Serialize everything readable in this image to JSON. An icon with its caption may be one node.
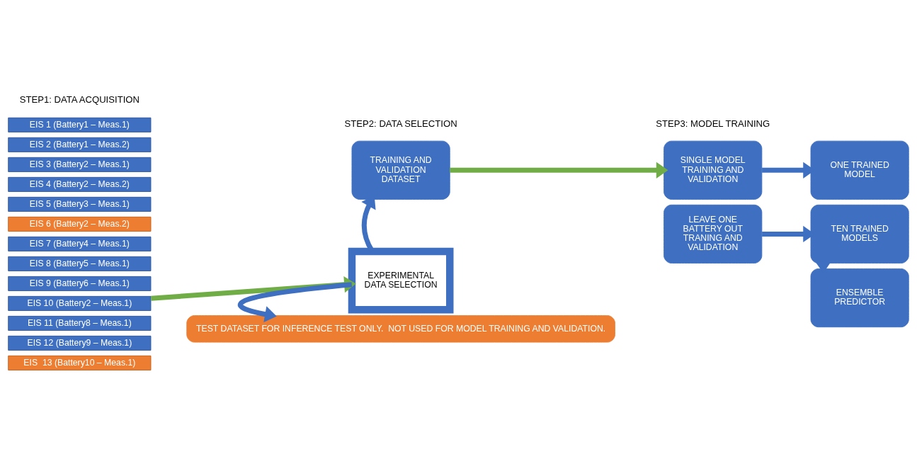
{
  "diagram": {
    "nodes": [
      {
        "text": [
          "EIS 1 (Battery1 – Meas.1)"
        ]
      },
      {
        "text": [
          "EIS 2 (Battery1 – Meas.2)"
        ]
      },
      {
        "text": [
          "EIS 3 (Battery2 – Meas.1)"
        ]
      },
      {
        "text": [
          "EIS 4 (Battery2 – Meas.2)"
        ]
      },
      {
        "text": [
          "EIS 5 (Battery3 – Meas.1)"
        ]
      },
      {
        "text": [
          "EIS 6 (Battery2 – Meas.2)"
        ]
      },
      {
        "text": [
          "EIS 7 (Battery4 – Meas.1)"
        ]
      },
      {
        "text": [
          "EIS 8 (Battery5 – Meas.1)"
        ]
      },
      {
        "text": [
          "EIS 9 (Battery6 – Meas.1)"
        ]
      },
      {
        "text": [
          "EIS 10 (Battery2 – Meas.1)"
        ]
      },
      {
        "text": [
          "EIS 11 (Battery8 – Meas.1)"
        ]
      },
      {
        "text": [
          "EIS 12 (Battery9 – Meas.1)"
        ]
      },
      {
        "text": [
          "EIS  13 (Battery10 – Meas.1)"
        ]
      },
      {
        "text": [
          "TRAINING AND VALIDATION DATASET"
        ]
      },
      {
        "text": [
          "EXPERIMENTAL DATA SELECTION"
        ]
      },
      {
        "text": [
          "SINGLE MODEL TRAINING AND VALIDATION"
        ]
      },
      {
        "text": [
          "ONE TRAINED MODEL"
        ]
      },
      {
        "text": [
          "LEAVE ONE BATTERY OUT TRANING AND VALIDATION"
        ]
      },
      {
        "text": [
          "TEN TRAINED MODELS"
        ]
      },
      {
        "text": [
          "ENSEMBLE PREDICTOR"
        ]
      },
      {
        "text": [
          "TEST DATASET FOR INFERENCE TEST ONLY.  NOT USED FOR MODEL TRAINING AND VALIDATION."
        ]
      }
    ],
    "edges": [
      {
        "from": 9,
        "to": 14,
        "arrow": "to",
        "color": "#70ad47"
      },
      {
        "from": 14,
        "to": 13,
        "arrow": "to"
      },
      {
        "from": 14,
        "to": 20,
        "arrow": "to"
      },
      {
        "from": 13,
        "to": 15,
        "arrow": "to",
        "color": "#70ad47"
      },
      {
        "from": 15,
        "to": 16,
        "arrow": "to"
      },
      {
        "from": 17,
        "to": 18,
        "arrow": "to"
      },
      {
        "from": 18,
        "to": 19,
        "arrow": "to"
      }
    ],
    "labels": [
      "STEP1: DATA ACQUISITION",
      "STEP2: DATA SELECTION",
      "STEP3: MODEL TRAINING"
    ]
  }
}
